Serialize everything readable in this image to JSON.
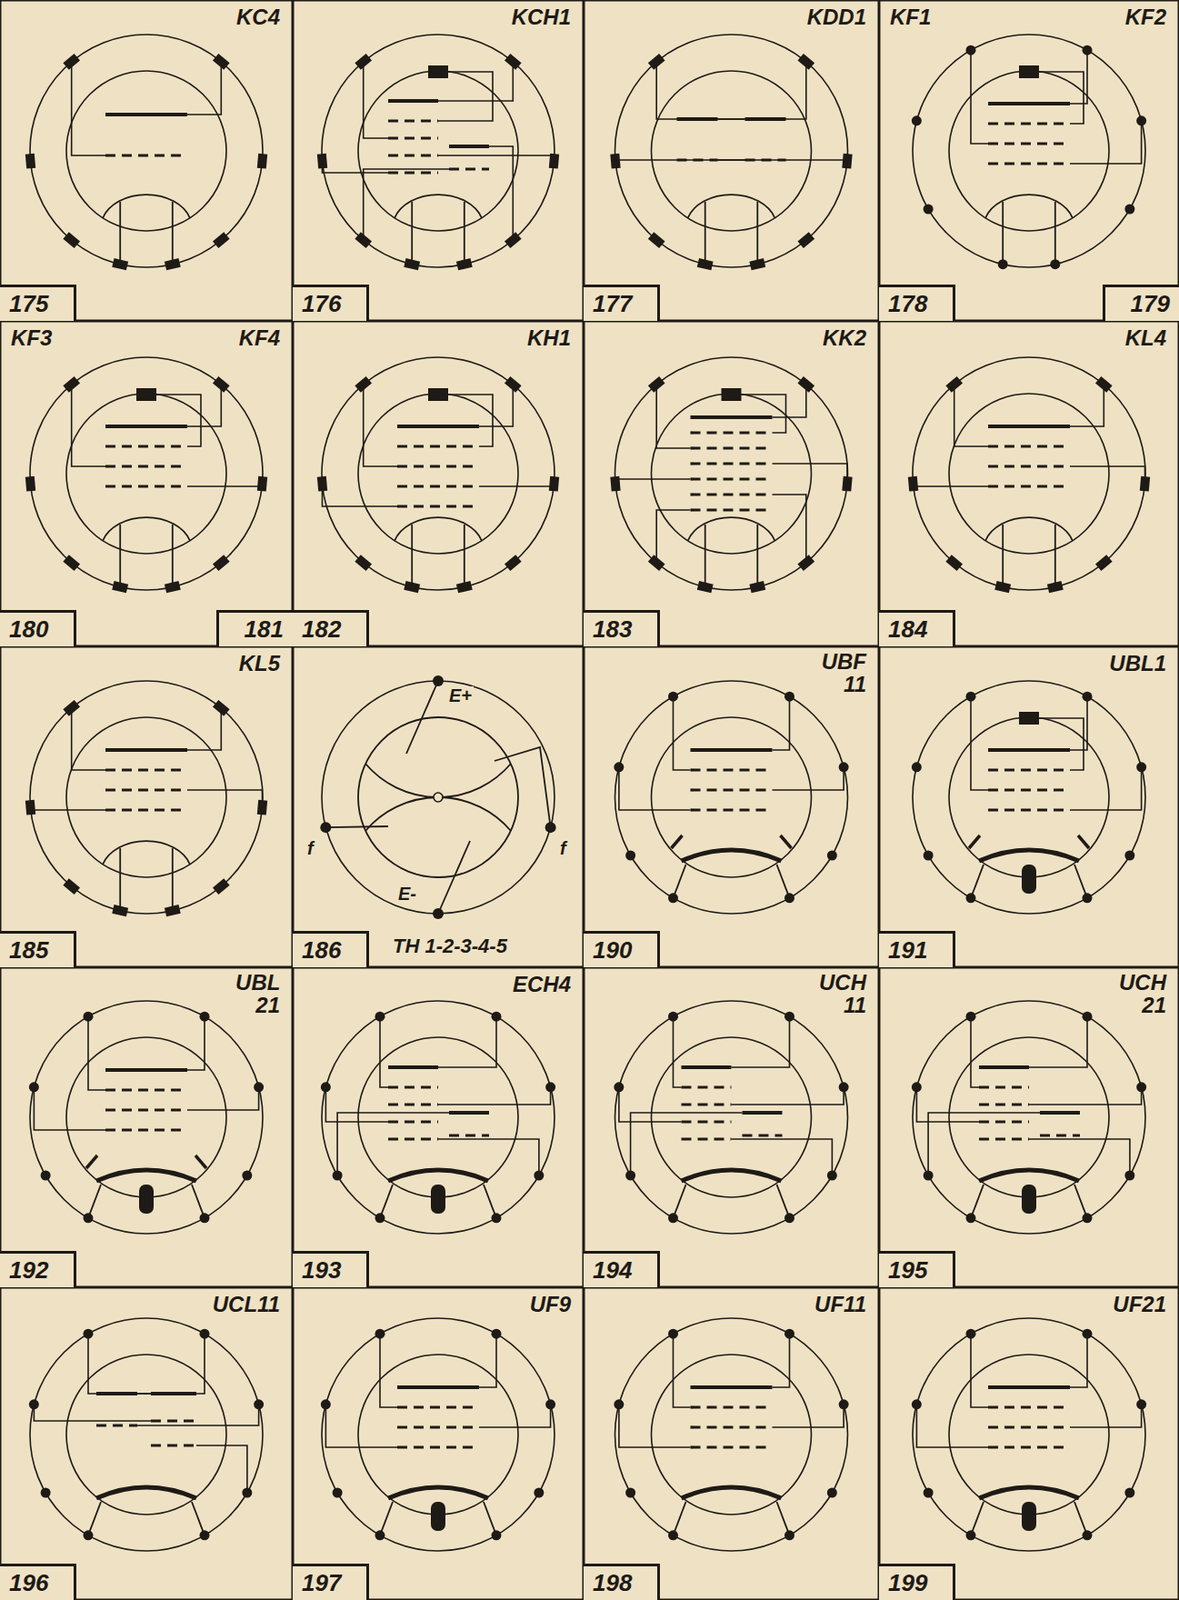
{
  "diagram": {
    "nodes": [
      {
        "text": [
          "175"
        ]
      },
      {
        "text": [
          "176"
        ]
      },
      {
        "text": [
          "177"
        ]
      },
      {
        "text": [
          "178"
        ]
      },
      {
        "text": [
          "179"
        ]
      },
      {
        "text": [
          "180"
        ]
      },
      {
        "text": [
          "181"
        ]
      },
      {
        "text": [
          "182"
        ]
      },
      {
        "text": [
          "183"
        ]
      },
      {
        "text": [
          "184"
        ]
      },
      {
        "text": [
          "185"
        ]
      },
      {
        "text": [
          "186"
        ]
      },
      {
        "text": [
          "190"
        ]
      },
      {
        "text": [
          "191"
        ]
      },
      {
        "text": [
          "192"
        ]
      },
      {
        "text": [
          "193"
        ]
      },
      {
        "text": [
          "194"
        ]
      },
      {
        "text": [
          "195"
        ]
      },
      {
        "text": [
          "196"
        ]
      },
      {
        "text": [
          "197"
        ]
      },
      {
        "text": [
          "198"
        ]
      },
      {
        "text": [
          "199"
        ]
      }
    ],
    "labels": [
      "KC4",
      "KCH1",
      "KDD1",
      "KF1",
      "KF2",
      "KF3",
      "KF4",
      "KH1",
      "KK2",
      "KL4",
      "KL5",
      "E+",
      "f",
      "f",
      "E-",
      "TH 1-2-3-4-5",
      "UBF 11",
      "UBL1",
      "UBL 21",
      "ECH4",
      "UCH 11",
      "UCH 21",
      "UCL11",
      "UF9",
      "UF11",
      "UF21"
    ]
  }
}
